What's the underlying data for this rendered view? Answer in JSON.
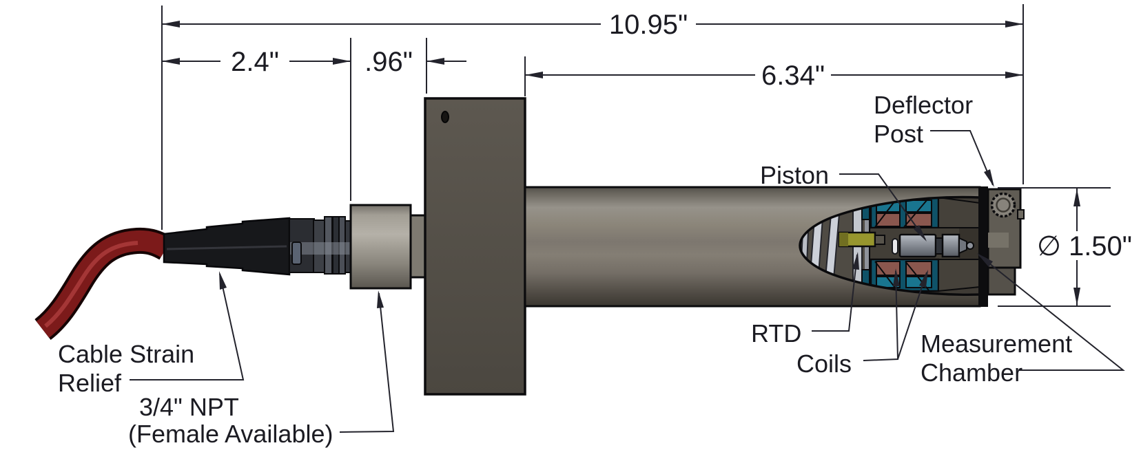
{
  "title": "Sensor dimensional drawing",
  "dimensions": {
    "overall_length": "10.95\"",
    "strain_relief_section": "2.4\"",
    "fitting_section": ".96\"",
    "probe_section": "6.34\"",
    "diameter": "∅ 1.50\""
  },
  "labels": {
    "deflector_post": [
      "Deflector",
      "Post"
    ],
    "piston": "Piston",
    "rtd": "RTD",
    "coils": "Coils",
    "measurement_chamber": [
      "Measurement",
      "Chamber"
    ],
    "cable_strain_relief": [
      "Cable Strain",
      "Relief"
    ],
    "npt": [
      "3/4\" NPT",
      "(Female Available)"
    ]
  },
  "colors": {
    "line": "#23232c",
    "cable_red": "#7c1a1a",
    "strain_relief_black": "#17181b",
    "fitting_gray": "#b5b1a8",
    "plate_gray": "#57524b",
    "body_gray": "#8b8579",
    "coil_teal": "#0f5268",
    "coil_copper": "#8a574e",
    "rtd_yellow": "#97962e",
    "piston_gray": "#9aa0aa",
    "background": "#ffffff"
  }
}
